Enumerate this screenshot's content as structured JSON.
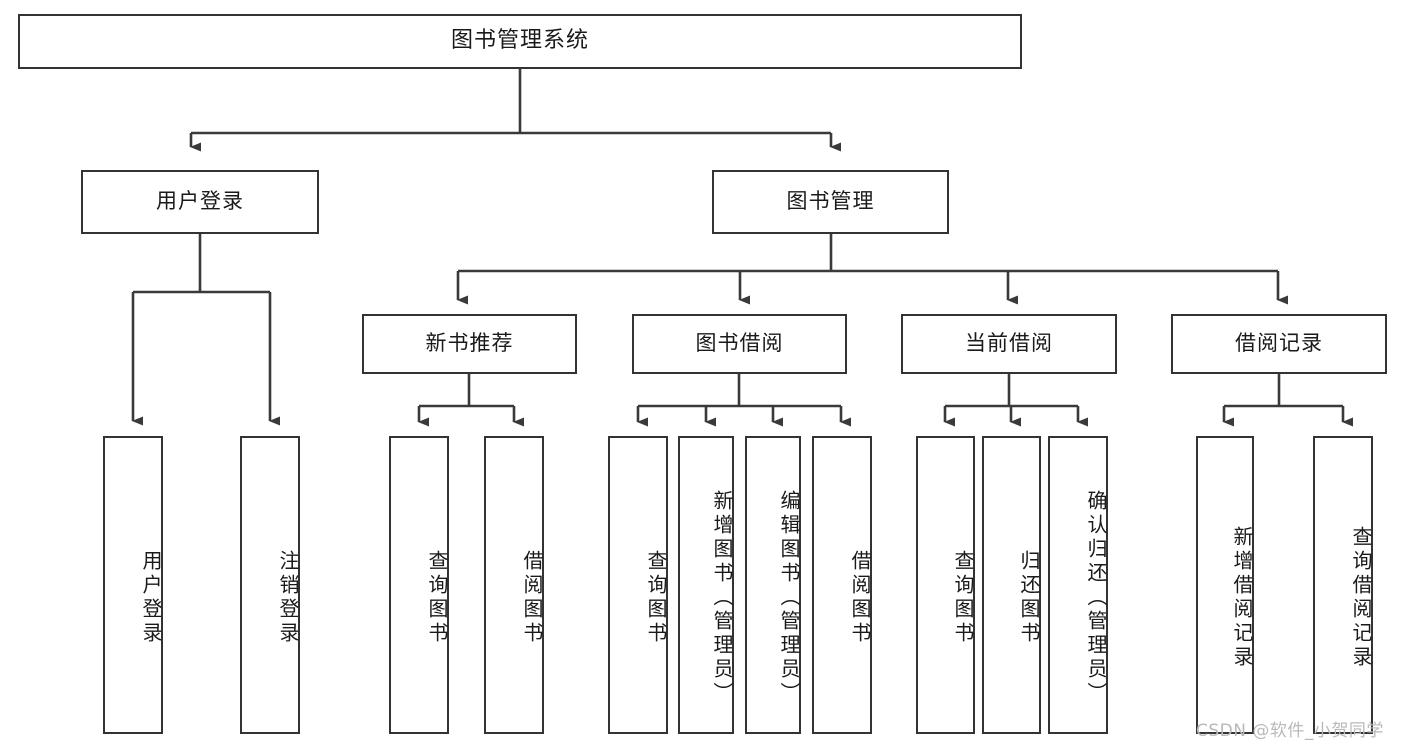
{
  "diagram": {
    "title": "图书管理系统",
    "type": "functional-structure-tree",
    "root": {
      "label": "图书管理系统"
    },
    "level2": [
      {
        "label": "用户登录"
      },
      {
        "label": "图书管理"
      }
    ],
    "level3": [
      {
        "label": "新书推荐"
      },
      {
        "label": "图书借阅"
      },
      {
        "label": "当前借阅"
      },
      {
        "label": "借阅记录"
      }
    ],
    "leaves": {
      "user_login": [
        {
          "label": "用户登录"
        },
        {
          "label": "注销登录"
        }
      ],
      "new_book_recommend": [
        {
          "label": "查询图书"
        },
        {
          "label": "借阅图书"
        }
      ],
      "book_borrow": [
        {
          "label": "查询图书"
        },
        {
          "label": "新增图书（管理员）"
        },
        {
          "label": "编辑图书（管理员）"
        },
        {
          "label": "借阅图书"
        }
      ],
      "current_borrow": [
        {
          "label": "查询图书"
        },
        {
          "label": "归还图书"
        },
        {
          "label": "确认归还（管理员）"
        }
      ],
      "borrow_record": [
        {
          "label": "新增借阅记录"
        },
        {
          "label": "查询借阅记录"
        }
      ]
    }
  },
  "watermark": {
    "text": "CSDN @软件_小贺同学"
  },
  "colors": {
    "box_border": "#333333",
    "box_fill": "#ffffff",
    "text": "#1a1a1a",
    "connector": "#3a3a3a",
    "watermark": "#b9b9b9",
    "background": "#ffffff"
  }
}
